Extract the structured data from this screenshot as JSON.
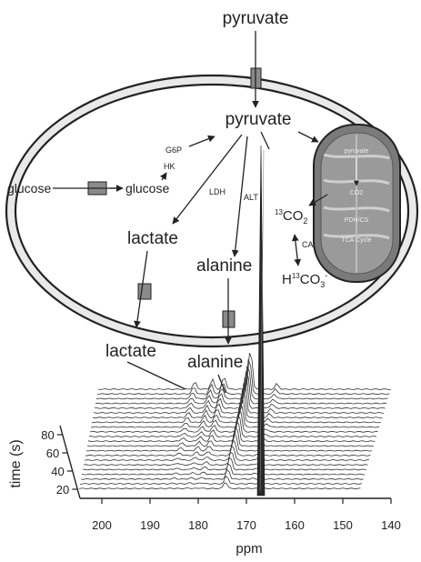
{
  "labels": {
    "pyruvate_top": "pyruvate",
    "pyruvate_cell": "pyruvate",
    "g6p": "G6P",
    "hk": "HK",
    "glucose_out": "glucose",
    "glucose_in": "glucose",
    "ldh": "LDH",
    "alt": "ALT",
    "lactate_in": "lactate",
    "alanine_in": "alanine",
    "lactate_out": "lactate",
    "alanine_out": "alanine",
    "co2_sup": "13",
    "co2_main": "CO",
    "co2_sub": "2",
    "ca": "CA",
    "hco3_h": "H",
    "hco3_sup": "13",
    "hco3_main": "CO",
    "hco3_sub": "3",
    "hco3_charge": "-"
  },
  "mito_labels": {
    "pyruvate": "pyruvate",
    "co2": "CO2",
    "pdh": "PDH/CS",
    "tca": "TCA Cycle"
  },
  "spectrum": {
    "x_ticks": [
      "200",
      "190",
      "180",
      "170",
      "160",
      "150",
      "140"
    ],
    "xlabel": "ppm",
    "y_ticks": [
      "80",
      "60",
      "40",
      "20"
    ],
    "ylabel": "time (s)"
  },
  "colors": {
    "ink": "#222222",
    "membrane_fill": "#e8e8e8",
    "mito_fill": "#777777",
    "transporter": "#8a8a8a"
  }
}
